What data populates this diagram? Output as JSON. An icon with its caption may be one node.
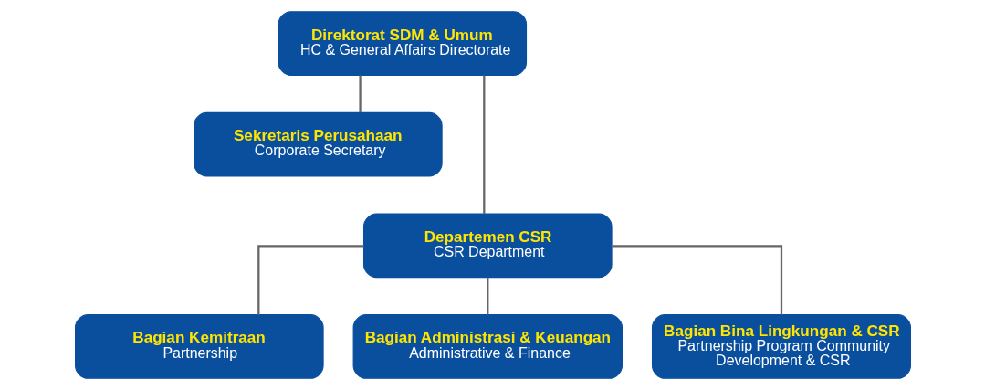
{
  "diagram": {
    "nodes": [
      {
        "text": [
          "Direktorat SDM & Umum",
          "HC & General Affairs Directorate"
        ]
      },
      {
        "text": [
          "Sekretaris Perusahaan",
          "Corporate Secretary"
        ]
      },
      {
        "text": [
          "Departemen CSR",
          "CSR Department"
        ]
      },
      {
        "text": [
          "Bagian Kemitraan",
          "Partnership"
        ]
      },
      {
        "text": [
          "Bagian Administrasi & Keuangan",
          "Administrative & Finance"
        ]
      },
      {
        "text": [
          "Bagian Bina Lingkungan & CSR",
          "Partnership Program Community Development & CSR"
        ]
      }
    ],
    "edges": [
      {
        "from": 0,
        "to": 1,
        "arrow": "none"
      },
      {
        "from": 0,
        "to": 2,
        "arrow": "none"
      },
      {
        "from": 2,
        "to": 3,
        "arrow": "none"
      },
      {
        "from": 2,
        "to": 4,
        "arrow": "none"
      },
      {
        "from": 2,
        "to": 5,
        "arrow": "none"
      }
    ]
  }
}
